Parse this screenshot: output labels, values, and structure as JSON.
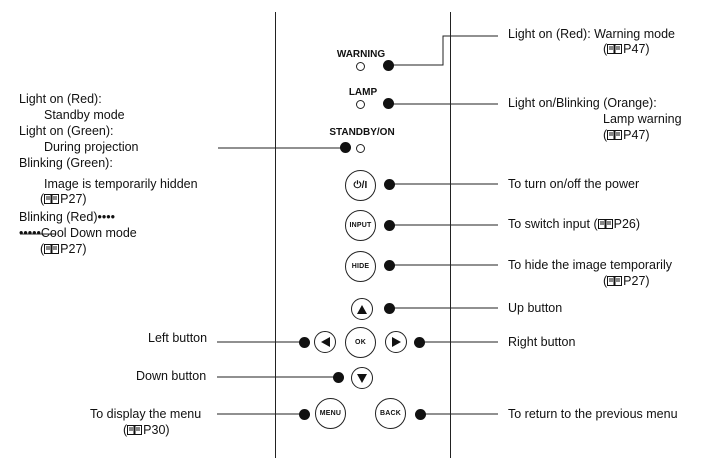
{
  "panel": {
    "indicators": {
      "warning": "WARNING",
      "lamp": "LAMP",
      "standby": "STANDBY/ON"
    },
    "buttons": {
      "power": "⏻/I",
      "input": "INPUT",
      "hide": "HIDE",
      "ok": "OK",
      "menu": "MENU",
      "back": "BACK"
    }
  },
  "callouts": {
    "warning": {
      "line1": "Light on (Red): Warning mode",
      "ref": "P47"
    },
    "lamp": {
      "line1": "Light on/Blinking (Orange):",
      "line2": "Lamp warning",
      "ref": "P47"
    },
    "power": {
      "text": "To turn on/off the power"
    },
    "input": {
      "text": "To switch input (",
      "ref": "P26",
      "close": ")"
    },
    "hide": {
      "text": "To hide the image temporarily",
      "ref": "P27"
    },
    "up": {
      "text": "Up button"
    },
    "right": {
      "text": "Right button"
    },
    "back": {
      "text": "To return to the previous menu"
    },
    "left": {
      "text": "Left button"
    },
    "down": {
      "text": "Down button"
    },
    "menu": {
      "text": "To display the menu",
      "ref": "P30"
    },
    "standby": {
      "l1": "Light on (Red):",
      "l2": "Standby mode",
      "l3": "Light on (Green):",
      "l4": "During projection",
      "l5": "Blinking (Green):",
      "l6": "Image is temporarily hidden",
      "ref1": "P27",
      "l7": "Blinking (Red)••••",
      "l8": "•••••Cool Down mode",
      "ref2": "P27"
    }
  }
}
